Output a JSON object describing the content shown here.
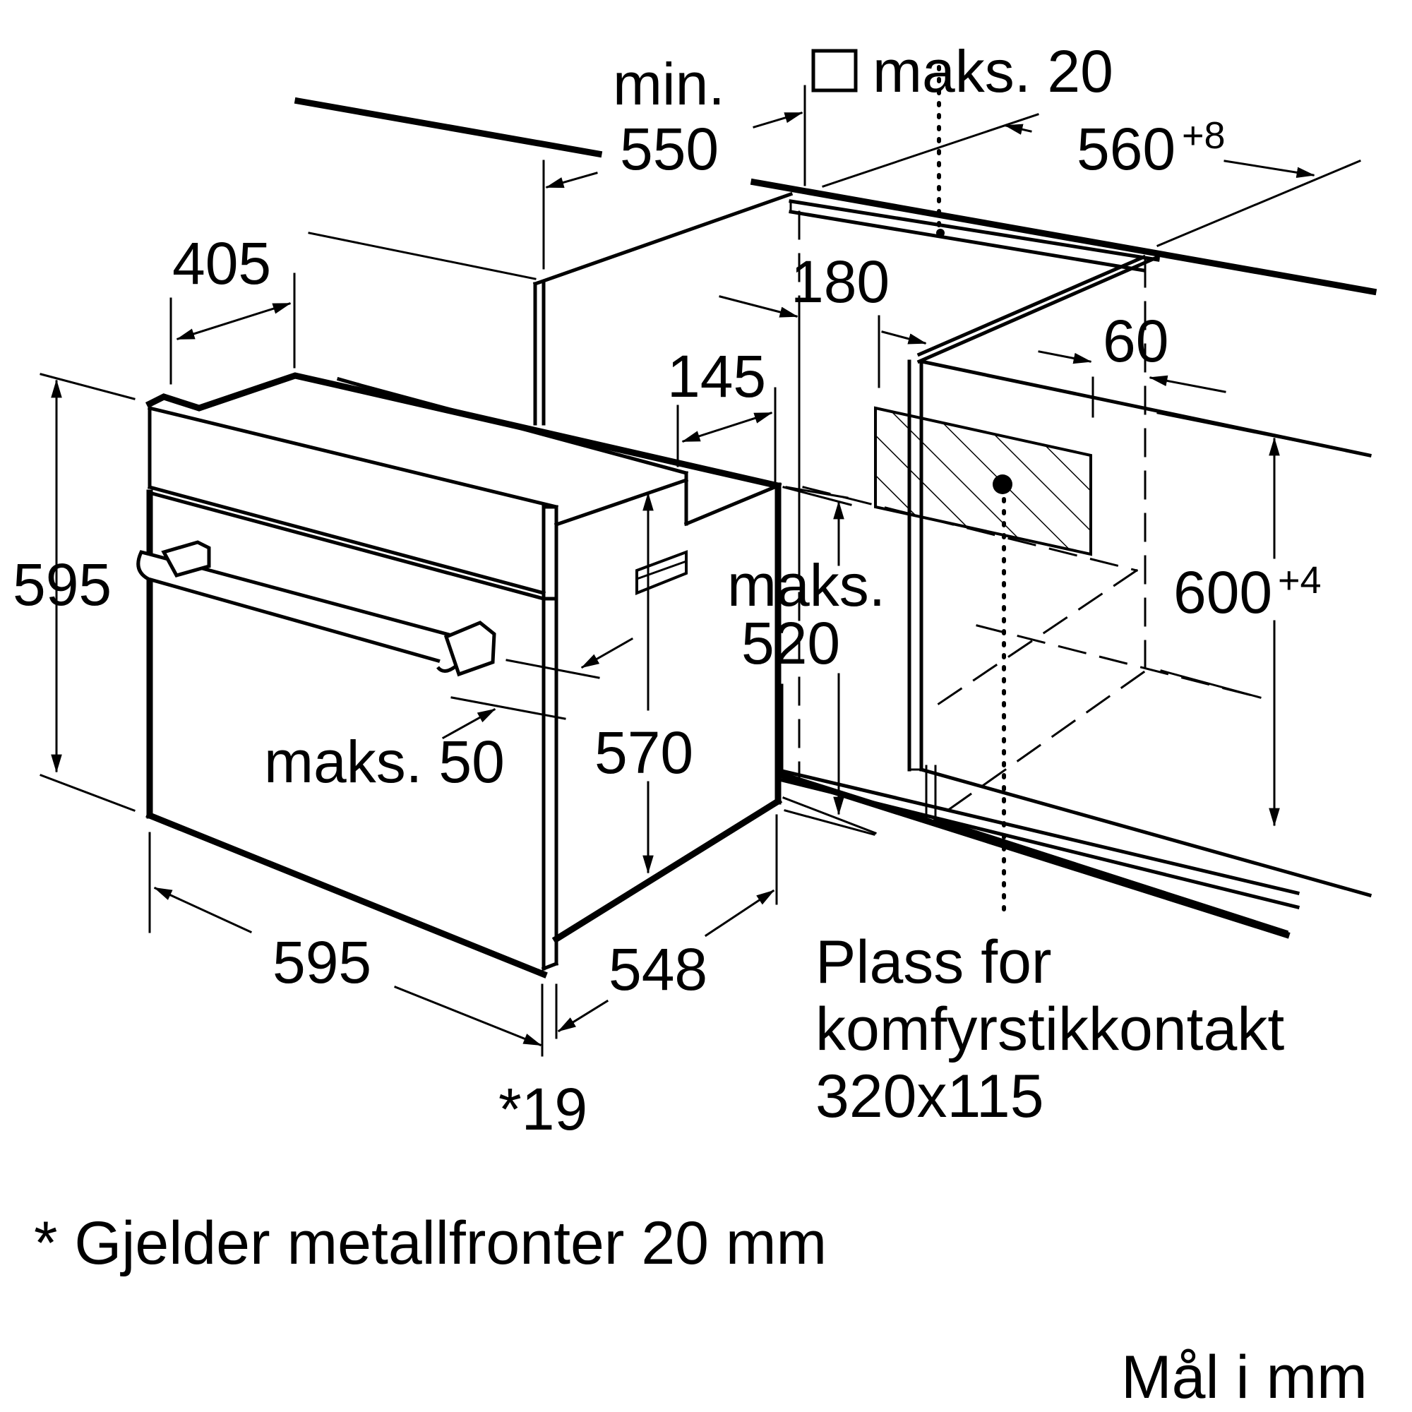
{
  "labels": {
    "min_label": "min.",
    "min_value": "550",
    "max20": "maks. 20",
    "w560": "560",
    "w560_tol": "+8",
    "d405": "405",
    "d180": "180",
    "d60": "60",
    "d145": "145",
    "h595": "595",
    "h600": "600",
    "h600_tol": "+4",
    "max520_label": "maks.",
    "max520_value": "520",
    "h570": "570",
    "max50": "maks. 50",
    "w595": "595",
    "d548": "548",
    "f19": "*19"
  },
  "socket_note": {
    "line1": "Plass for",
    "line2": "komfyrstikkontakt",
    "line3": "320x115"
  },
  "footnote": "* Gjelder metallfronter 20 mm",
  "units": "Mål i mm"
}
